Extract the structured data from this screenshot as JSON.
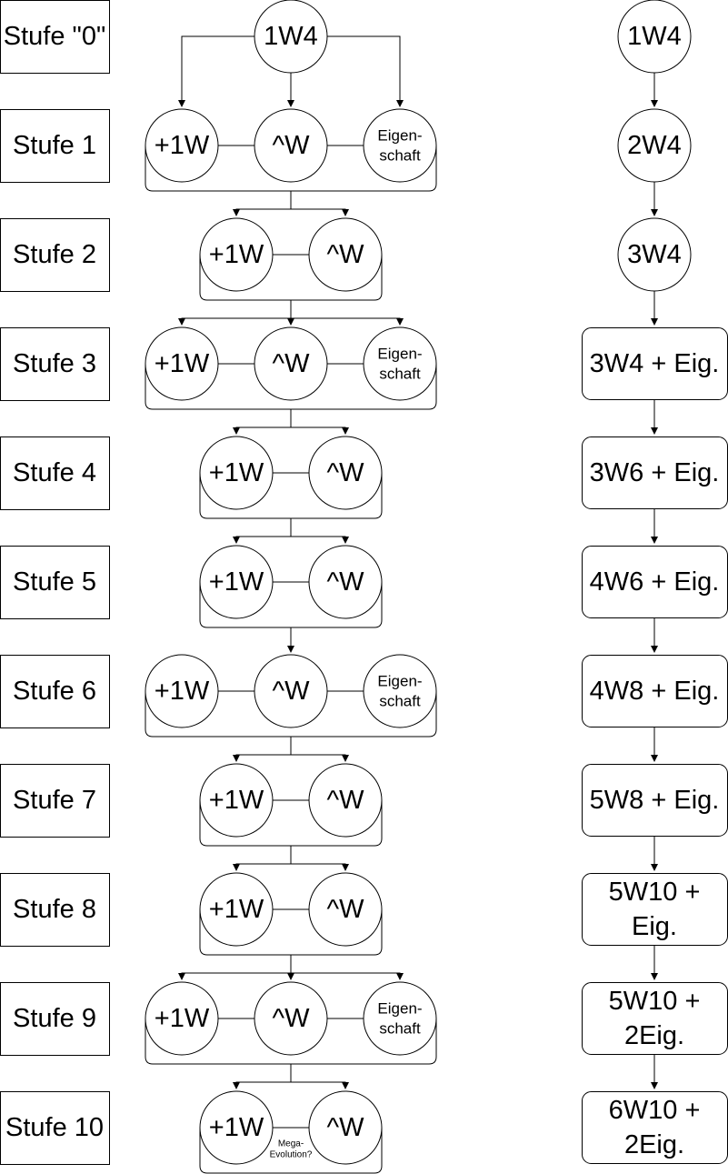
{
  "stages": [
    {
      "label": "Stufe \"0\"",
      "options": [],
      "note": "",
      "progression": "1W4"
    },
    {
      "label": "Stufe 1",
      "options": [
        "+1W",
        "^W",
        "Eigen-|schaft"
      ],
      "note": "",
      "progression": "2W4"
    },
    {
      "label": "Stufe 2",
      "options": [
        "+1W",
        "^W"
      ],
      "note": "",
      "progression": "3W4"
    },
    {
      "label": "Stufe 3",
      "options": [
        "+1W",
        "^W",
        "Eigen-|schaft"
      ],
      "note": "",
      "progression": "3W4 + Eig."
    },
    {
      "label": "Stufe 4",
      "options": [
        "+1W",
        "^W"
      ],
      "note": "",
      "progression": "3W6 + Eig."
    },
    {
      "label": "Stufe 5",
      "options": [
        "+1W",
        "^W"
      ],
      "note": "",
      "progression": "4W6 + Eig."
    },
    {
      "label": "Stufe 6",
      "options": [
        "+1W",
        "^W",
        "Eigen-|schaft"
      ],
      "note": "",
      "progression": "4W8 + Eig."
    },
    {
      "label": "Stufe 7",
      "options": [
        "+1W",
        "^W"
      ],
      "note": "",
      "progression": "5W8 + Eig."
    },
    {
      "label": "Stufe 8",
      "options": [
        "+1W",
        "^W"
      ],
      "note": "",
      "progression": "5W10 +|Eig."
    },
    {
      "label": "Stufe 9",
      "options": [
        "+1W",
        "^W",
        "Eigen-|schaft"
      ],
      "note": "",
      "progression": "5W10 +|2Eig."
    },
    {
      "label": "Stufe 10",
      "options": [
        "+1W",
        "^W"
      ],
      "note": "Mega-|Evolution?",
      "progression": "6W10 +|2Eig."
    }
  ],
  "root": "1W4"
}
